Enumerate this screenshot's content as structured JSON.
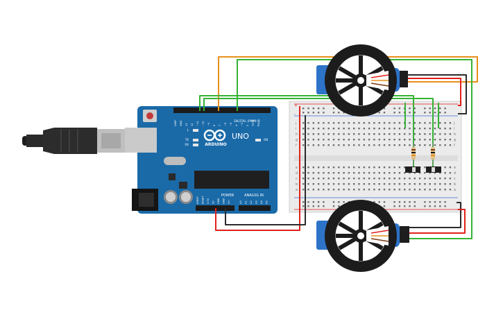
{
  "board": {
    "brand": "ARDUINO",
    "model": "UNO",
    "digital_label": "DIGITAL (PWM~)",
    "power_label": "POWER",
    "analog_label": "ANALOG IN",
    "led_l": "L",
    "led_tx": "TX",
    "led_rx": "RX",
    "led_on": "ON",
    "aref": "AREF",
    "gnd": "GND",
    "digital_pins": [
      "13",
      "12",
      "~11",
      "~10",
      "~9",
      "8",
      "7",
      "~6",
      "~5",
      "4",
      "~3",
      "2",
      "TX→1",
      "RX←0"
    ],
    "power_pins": [
      "IOREF",
      "RESET",
      "3.3V",
      "5V",
      "GND",
      "GND",
      "Vin"
    ],
    "analog_pins": [
      "A0",
      "A1",
      "A2",
      "A3",
      "A4",
      "A5"
    ]
  },
  "breadboard": {
    "row_letters_top": [
      "j",
      "i",
      "h",
      "g",
      "f"
    ],
    "row_letters_bottom": [
      "e",
      "d",
      "c",
      "b",
      "a"
    ],
    "rail_plus": "+",
    "rail_minus": "-"
  },
  "colors": {
    "board_blue": "#1a6aa8",
    "wire_orange": "#e8901a",
    "wire_green": "#35b234",
    "wire_red": "#e0201a",
    "wire_black": "#2a2a2a",
    "servo_blue": "#2d73c8",
    "wheel": "#1c1c1c"
  },
  "icons": [
    "usb-cable-icon",
    "servo-motor-icon",
    "wheel-icon",
    "resistor-icon",
    "slide-switch-icon",
    "arduino-logo-icon"
  ]
}
